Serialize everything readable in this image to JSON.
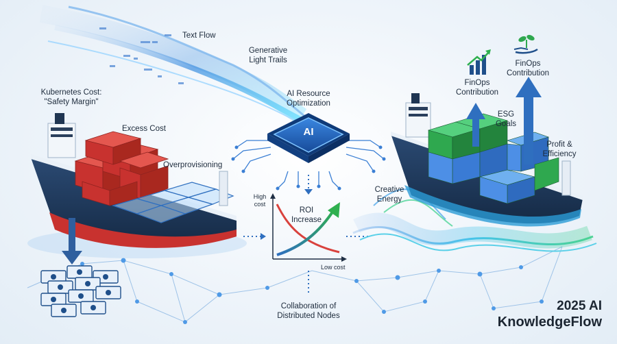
{
  "labels": {
    "text_flow": "Text Flow",
    "generative_light_trails": "Generative Light Trails",
    "kubernetes_cost": "Kubernetes Cost: \"Safety Margin\"",
    "excess_cost": "Excess Cost",
    "overprovisioning": "Overprovisioning",
    "ai_resource_optimization": "AI Resource Optimization",
    "chip_text": "AI",
    "high_cost": "High cost",
    "low_cost": "Low cost",
    "roi_increase": "ROI Increase",
    "creative_energy": "Creative Energy",
    "finops_contribution_1": "FinOps Contribution",
    "finops_contribution_2": "FinOps Contribution",
    "esg_goals": "ESG Goals",
    "profit_efficiency": "Profit & Efficiency",
    "collaboration": "Collaboration of Distributed Nodes"
  },
  "brand": {
    "line1": "2025 AI",
    "line2": "KnowledgeFlow"
  },
  "colors": {
    "excess_container": "#d9423d",
    "empty_container": "#4a90e2",
    "green_container": "#3cb371",
    "blue_container": "#3a7bd5",
    "hull_dark": "#1f3552",
    "hull_red": "#c8322f",
    "arrow_blue": "#2f6fbf",
    "arrow_green": "#2fa84f",
    "chip": "#1e5fb8"
  },
  "icons": [
    "money-stack-icon",
    "bar-chart-growth-icon",
    "plant-hand-icon",
    "ai-chip-icon"
  ]
}
